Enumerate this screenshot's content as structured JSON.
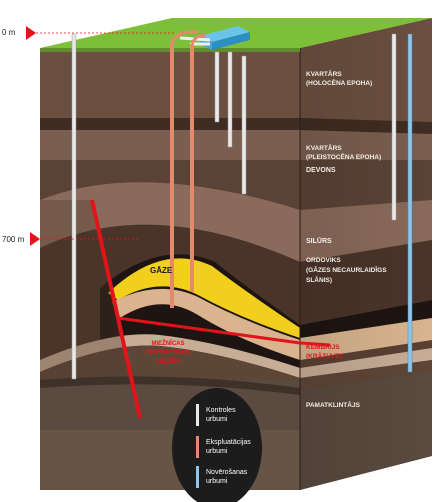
{
  "depth_markers": {
    "top": "0 m",
    "mid": "700 m"
  },
  "layers": {
    "quaternary_holocene": [
      "KVARTĀRS",
      "(HOLOCĒNA EPOHA)"
    ],
    "quaternary_pleistocene": [
      "KVARTĀRS",
      "(PLEISTOCĒNA EPOHA)"
    ],
    "devonian": "DEVONS",
    "silurian": "SILŪRS",
    "ordovician": [
      "ORDOVIKS",
      "(GĀZES NECAURLAIDĪGS",
      "SLĀNIS)"
    ],
    "cambrian": [
      "KEMBRIJS",
      "(KRĀTUVE)"
    ],
    "basement": "PAMATKLINTĀJS"
  },
  "gas_label": "GĀZE",
  "fault_label": [
    "MIEŽNĪCAS",
    "TEKTONISKAIS",
    "LŪZUMS"
  ],
  "legend": {
    "control": [
      "Kontroles",
      "urbumi"
    ],
    "exploitation": [
      "Ekspluatācijas",
      "urbumi"
    ],
    "observation": [
      "Novērošanas",
      "urbumi"
    ]
  },
  "colors": {
    "grass": "#7ebf3a",
    "gas": "#f1cf1c",
    "fault": "#e2141b",
    "control_well": "#e9e9e9",
    "exploitation_well": "#e38a6d",
    "observation_well": "#8fc6e8",
    "legend_bg": "#1c1c1c"
  }
}
